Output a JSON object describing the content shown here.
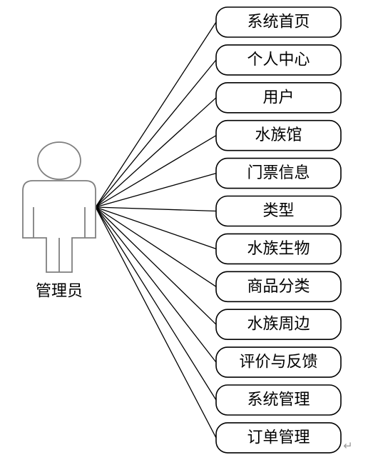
{
  "actor": {
    "label": "管理员"
  },
  "use_cases": [
    "系统首页",
    "个人中心",
    "用户",
    "水族馆",
    "门票信息",
    "类型",
    "水族生物",
    "商品分类",
    "水族周边",
    "评价与反馈",
    "系统管理",
    "订单管理"
  ],
  "paragraph_mark": "↵",
  "colors": {
    "box_stroke": "#000000",
    "actor_stroke": "#7f7f7f",
    "line": "#000000"
  }
}
